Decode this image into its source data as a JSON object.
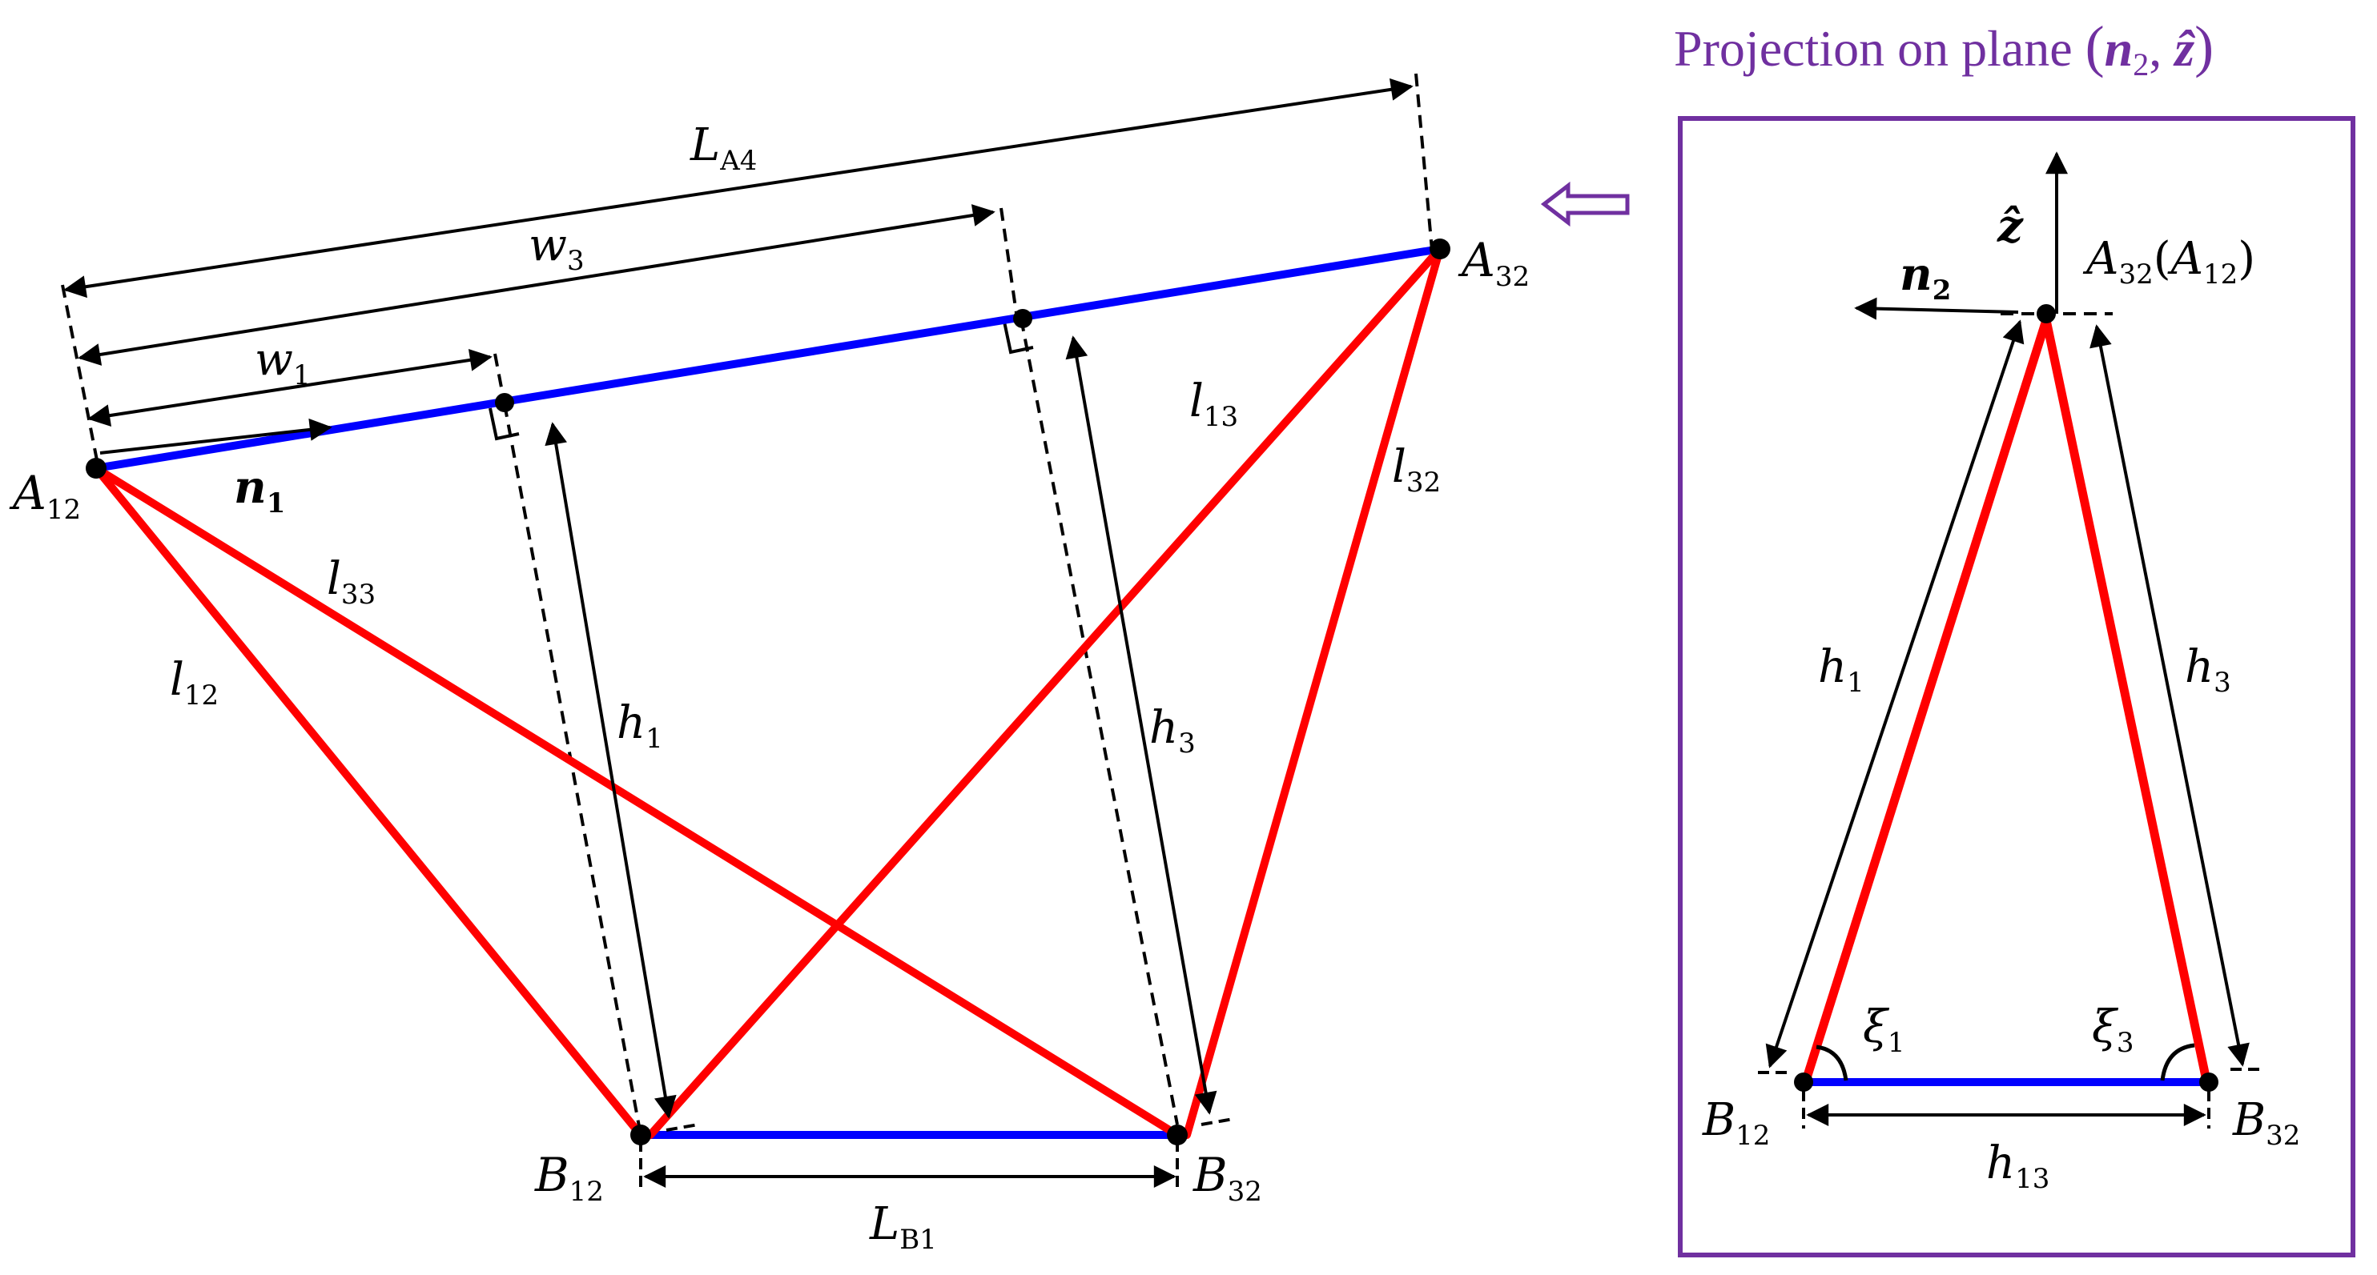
{
  "colors": {
    "strut": "#ff0000",
    "base_edge": "#0000ff",
    "panel": "#7030a0",
    "ink": "#000000"
  },
  "main": {
    "points": {
      "A12": {
        "main": "A",
        "sub": "12"
      },
      "A32": {
        "main": "A",
        "sub": "32"
      },
      "B12": {
        "main": "B",
        "sub": "12"
      },
      "B32": {
        "main": "B",
        "sub": "32"
      }
    },
    "dims": {
      "LA4": {
        "main": "L",
        "sub": "A4"
      },
      "w3": {
        "main": "w",
        "sub": "3"
      },
      "w1": {
        "main": "w",
        "sub": "1"
      },
      "LB1": {
        "main": "L",
        "sub": "B1"
      },
      "h1": {
        "main": "h",
        "sub": "1"
      },
      "h3": {
        "main": "h",
        "sub": "3"
      }
    },
    "struts": {
      "l12": {
        "main": "l",
        "sub": "12"
      },
      "l13": {
        "main": "l",
        "sub": "13"
      },
      "l32": {
        "main": "l",
        "sub": "32"
      },
      "l33": {
        "main": "l",
        "sub": "33"
      }
    },
    "vector_n1": {
      "main": "n",
      "sub": "1"
    }
  },
  "projection": {
    "title_prefix": "Projection on plane ",
    "title_vec1": {
      "main": "n",
      "sub": "2"
    },
    "title_sep": ", ",
    "title_vec2": "ẑ",
    "title_open": "(",
    "title_close": ")",
    "arrow_icon": "hollow-left-arrow",
    "z_axis": "ẑ",
    "n2": {
      "main": "n",
      "sub": "2"
    },
    "apex": {
      "main": "A",
      "sub": "32",
      "paren_main": "A",
      "paren_sub": "12"
    },
    "h1": {
      "main": "h",
      "sub": "1"
    },
    "h3": {
      "main": "h",
      "sub": "3"
    },
    "xi1": {
      "main": "ξ",
      "sub": "1"
    },
    "xi3": {
      "main": "ξ",
      "sub": "3"
    },
    "B12": {
      "main": "B",
      "sub": "12"
    },
    "B32": {
      "main": "B",
      "sub": "32"
    },
    "h13": {
      "main": "h",
      "sub": "13"
    }
  }
}
